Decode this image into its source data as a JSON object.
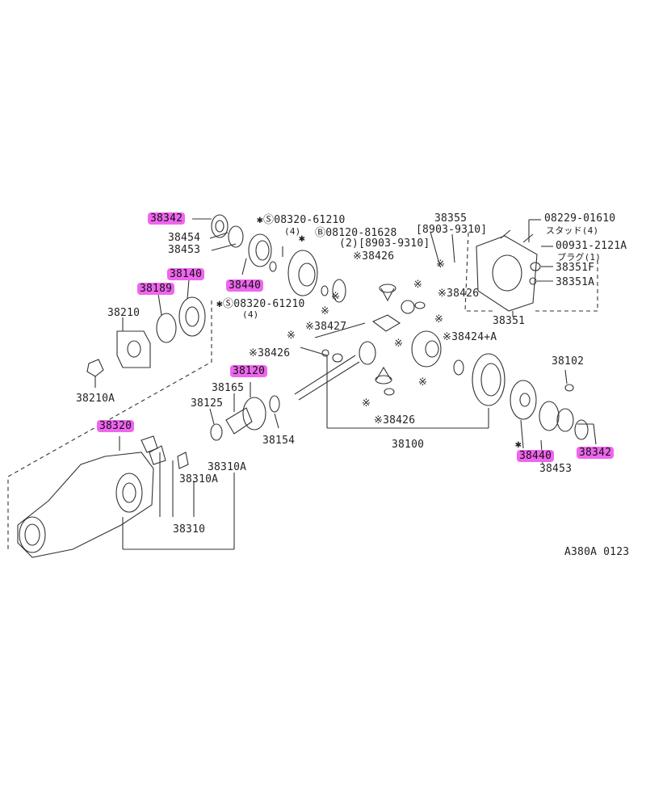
{
  "diagram": {
    "code": "A380A 0123",
    "highlight_color": "#ee66ee",
    "labels": {
      "p38342_top": "38342",
      "p38454": "38454",
      "p38453_top": "38453",
      "p38440_top": "38440",
      "p38140": "38140",
      "p38189": "38189",
      "p38210": "38210",
      "p38210A": "38210A",
      "bolt1": "✱Ⓢ08320-61210",
      "bolt1_qty": "(4)",
      "bolt2": "Ⓑ08120-81628",
      "bolt2_sub": "(2)[8903-9310]",
      "bolt3": "✱Ⓢ08320-61210",
      "bolt3_qty": "(4)",
      "p38355": "38355",
      "p38355_sub": "[8903-9310]",
      "stud": "08229-01610",
      "stud_jp": "スタッド(4)",
      "plug": "00931-2121A",
      "plug_jp": "プラグ(1)",
      "p38351F": "38351F",
      "p38351A": "38351A",
      "p38351": "38351",
      "p38426_a": "※38426",
      "p38426_b": "※38426",
      "p38427": "※38427",
      "p38426_c": "※38426",
      "p38424A": "※38424+A",
      "p38426_d": "※38426",
      "p38102": "38102",
      "p38120": "38120",
      "p38165": "38165",
      "p38125": "38125",
      "p38154": "38154",
      "p38100": "38100",
      "p38320": "38320",
      "p38310A_a": "38310A",
      "p38310A_b": "38310A",
      "p38310": "38310",
      "p38440_bot": "38440",
      "p38453_bot": "38453",
      "p38342_bot": "38342",
      "mark_a": "※",
      "mark_b": "※",
      "mark_c": "※",
      "mark_d": "※",
      "mark_e": "※",
      "mark_f": "※",
      "mark_g": "※",
      "mark_h": "※",
      "mark_i": "※",
      "mark_j": "✱",
      "mark_k": "✱"
    }
  }
}
